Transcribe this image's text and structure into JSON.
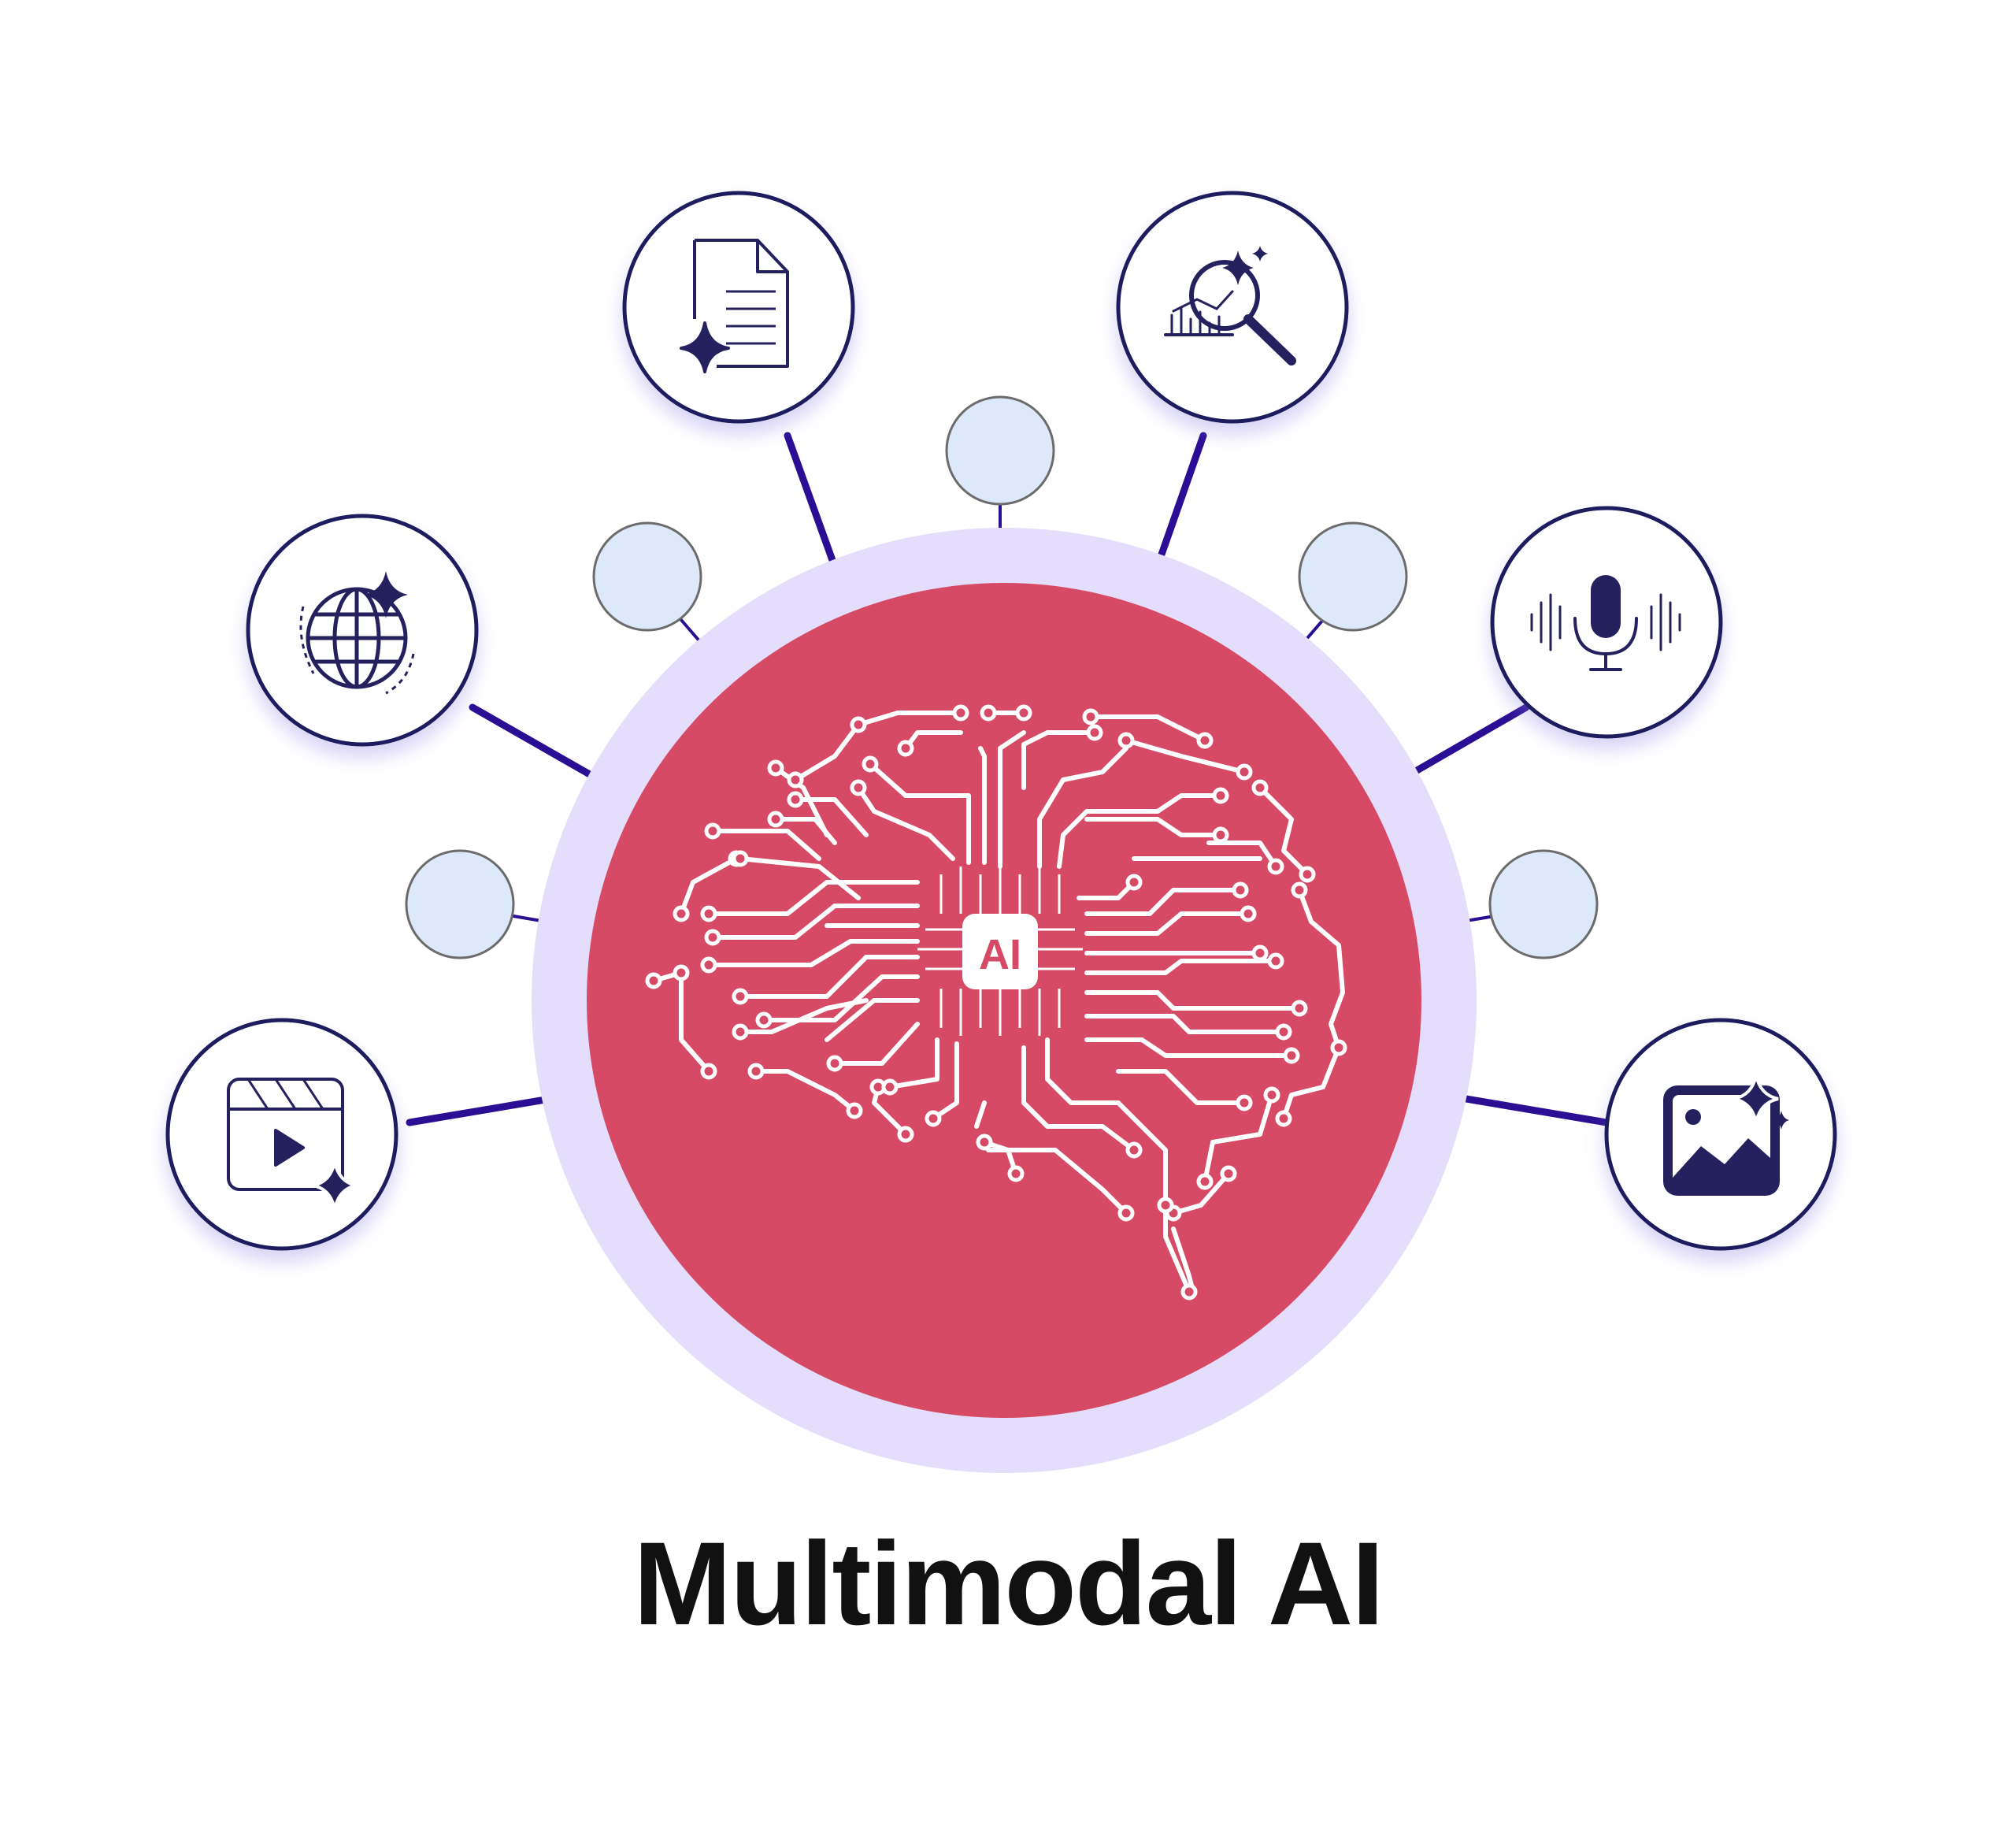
{
  "title": "Multimodal AI",
  "center": {
    "chip_label": "AI",
    "icon": "circuit-brain-icon"
  },
  "modalities": [
    {
      "name": "document",
      "icon": "document-sparkle-icon"
    },
    {
      "name": "data-analysis",
      "icon": "chart-magnifier-sparkle-icon"
    },
    {
      "name": "web",
      "icon": "globe-sparkle-icon"
    },
    {
      "name": "audio",
      "icon": "microphone-waveform-icon"
    },
    {
      "name": "video",
      "icon": "video-clapper-sparkle-icon"
    },
    {
      "name": "image",
      "icon": "image-sparkle-icon"
    }
  ],
  "placeholder_nodes": 5,
  "colors": {
    "core": "#D64A65",
    "halo": "#E4DDFB",
    "accent": "#2A0E93",
    "icon": "#25205E",
    "ring_border": "#1E1B5E",
    "node_fill": "#DDE8FB",
    "node_stroke": "#6B6B6B",
    "circuit": "#FFFFFF"
  }
}
